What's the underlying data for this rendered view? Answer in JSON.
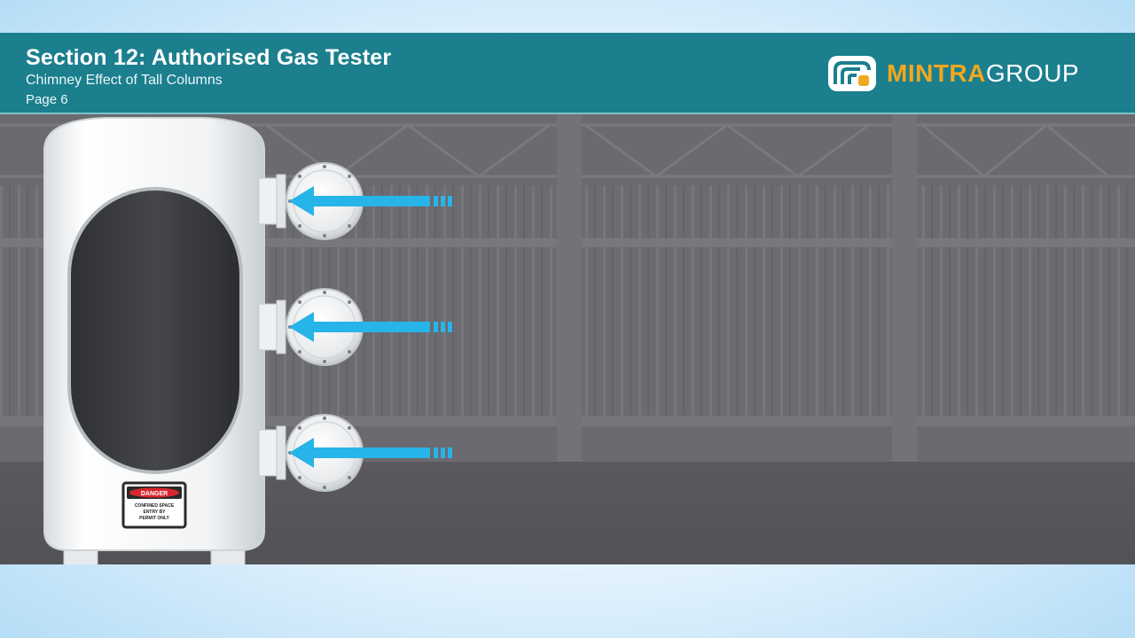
{
  "header": {
    "title": "Section 12: Authorised Gas Tester",
    "subtitle": "Chimney Effect of Tall Columns",
    "page": "Page 6"
  },
  "logo": {
    "brand_part1": "MINTRA",
    "brand_part2": "GROUP",
    "icon": "mintra-logo-icon"
  },
  "sign": {
    "header": "DANGER",
    "line1": "CONFINED SPACE",
    "line2": "ENTRY BY",
    "line3": "PERMIT ONLY"
  },
  "colors": {
    "header_bg": "#1b7f8e",
    "brand_orange": "#f2a81d",
    "arrow_blue": "#27b4e8",
    "wall": "#6b6a70",
    "floor": "#5c5b60"
  }
}
